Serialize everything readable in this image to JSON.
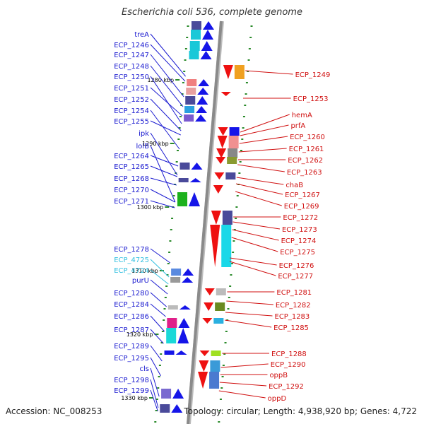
{
  "title": "Escherichia coli 536, complete genome",
  "footer": {
    "accession": "Accession: NC_008253",
    "topology": "Topology: circular; Length: 4,938,920 bp; Genes: 4,722"
  },
  "colors": {
    "left_label": "#1a1ad0",
    "left_label_alt": "#33c0e0",
    "right_label": "#d01010",
    "tick": "#2a8a2a",
    "backbone": "#8a8a8a"
  },
  "scale_labels": [
    "1280 kbp",
    "1290 kbp",
    "1300 kbp",
    "1310 kbp",
    "1320 kbp",
    "1330 kbp"
  ],
  "left_labels": [
    "treA",
    "ECP_1246",
    "ECP_1247",
    "ECP_1248",
    "ECP_1250",
    "ECP_1251",
    "ECP_1252",
    "ECP_1254",
    "ECP_1255",
    "ipk",
    "lolB",
    "ECP_1264",
    "ECP_1265",
    "ECP_1268",
    "ECP_1270",
    "ECP_1271",
    "ECP_1278",
    "ECP_4725",
    "ECP_4724",
    "purU",
    "ECP_1280",
    "ECP_1284",
    "ECP_1286",
    "ECP_1287",
    "ECP_1289",
    "ECP_1295",
    "cls",
    "ECP_1298",
    "ECP_1299"
  ],
  "right_labels": [
    "ECP_1249",
    "ECP_1253",
    "hemA",
    "prfA",
    "ECP_1260",
    "ECP_1261",
    "ECP_1262",
    "ECP_1263",
    "chaB",
    "ECP_1267",
    "ECP_1269",
    "ECP_1272",
    "ECP_1273",
    "ECP_1274",
    "ECP_1275",
    "ECP_1276",
    "ECP_1277",
    "ECP_1281",
    "ECP_1282",
    "ECP_1283",
    "ECP_1285",
    "ECP_1288",
    "ECP_1290",
    "oppB",
    "ECP_1292",
    "oppD"
  ]
}
